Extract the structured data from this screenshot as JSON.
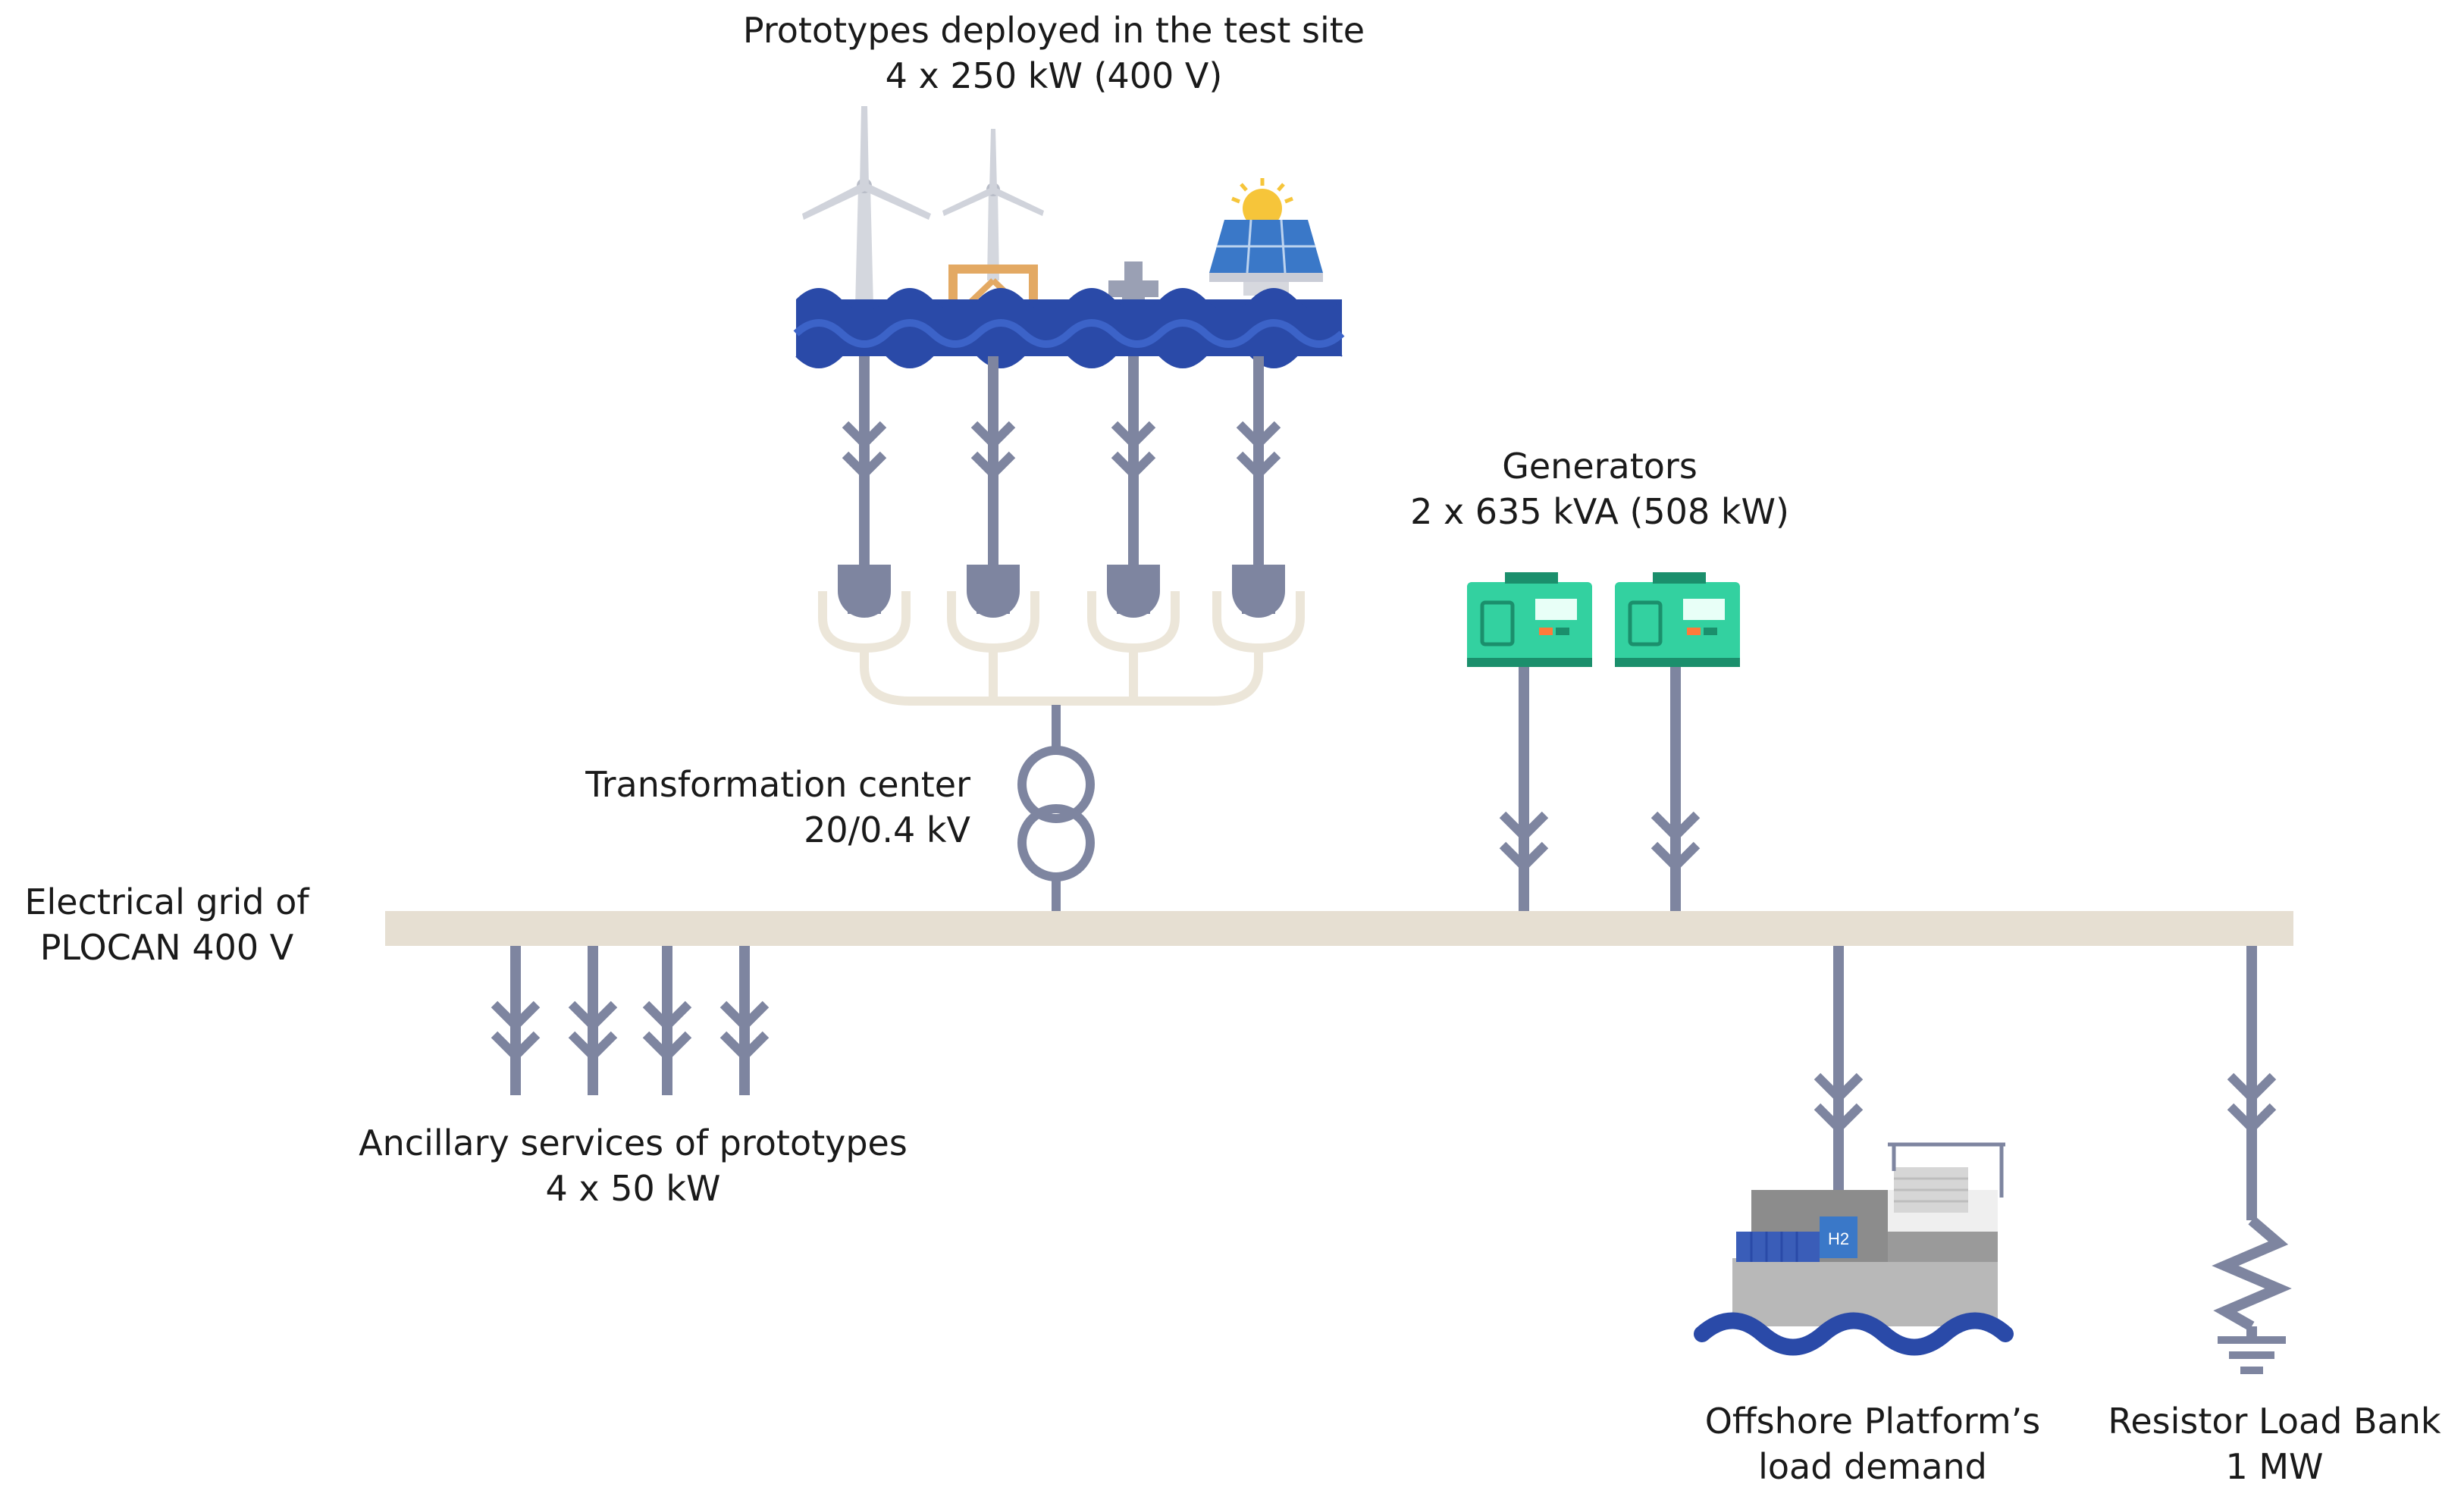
{
  "prototypes": {
    "title": "Prototypes deployed in the test site",
    "rating": "4 x 250 kW (400 V)",
    "icons": [
      "wind-turbine-icon",
      "floating-wind-turbine-icon",
      "wave-energy-converter-icon",
      "floating-solar-panel-icon"
    ]
  },
  "transformer": {
    "title": "Transformation center",
    "voltage": "20/0.4 kV"
  },
  "generators": {
    "title": "Generators",
    "rating": "2 x 635 kVA  (508 kW)"
  },
  "grid": {
    "line1": "Electrical grid of",
    "line2": "PLOCAN  400 V"
  },
  "ancillary": {
    "title": "Ancillary services of prototypes",
    "rating": "4 x 50 kW"
  },
  "offshore": {
    "line1": "Offshore Platform’s",
    "line2": "load demand",
    "h2_label": "H2"
  },
  "load_bank": {
    "line1": "Resistor Load Bank",
    "line2": "1 MW"
  },
  "colors": {
    "line": "#7e85a0",
    "busbar": "#e6dfd2",
    "wave": "#2a4aa8",
    "generator": "#33d1a0",
    "platform": "#b3b3b3",
    "solar": "#3a78c8",
    "sun": "#f6c53a"
  }
}
